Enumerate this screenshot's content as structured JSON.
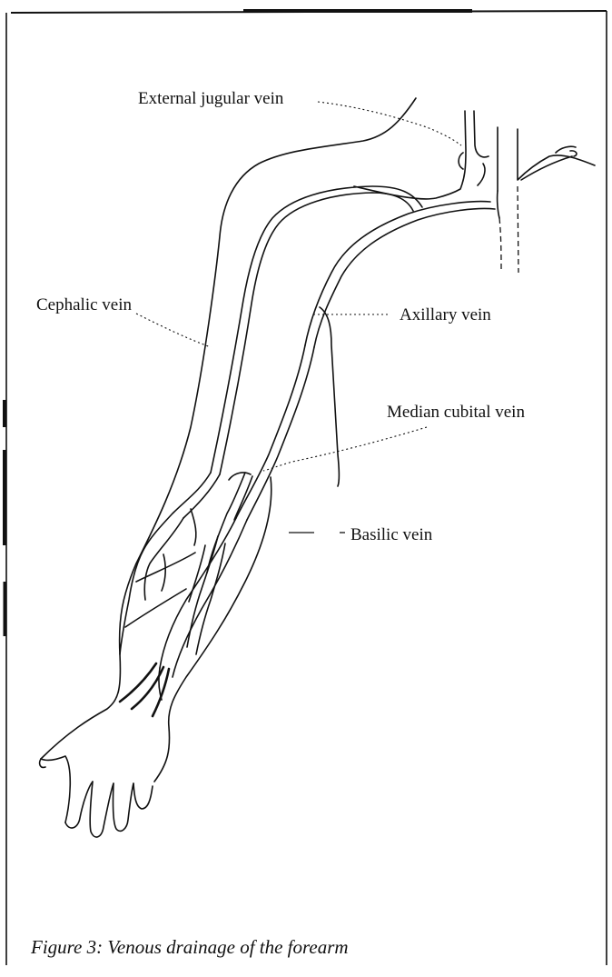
{
  "labels": {
    "external_jugular": "External jugular vein",
    "cephalic": "Cephalic vein",
    "axillary": "Axillary vein",
    "median_cubital": "Median cubital vein",
    "basilic": "Basilic vein"
  },
  "caption": "Figure 3: Venous drainage of the forearm"
}
